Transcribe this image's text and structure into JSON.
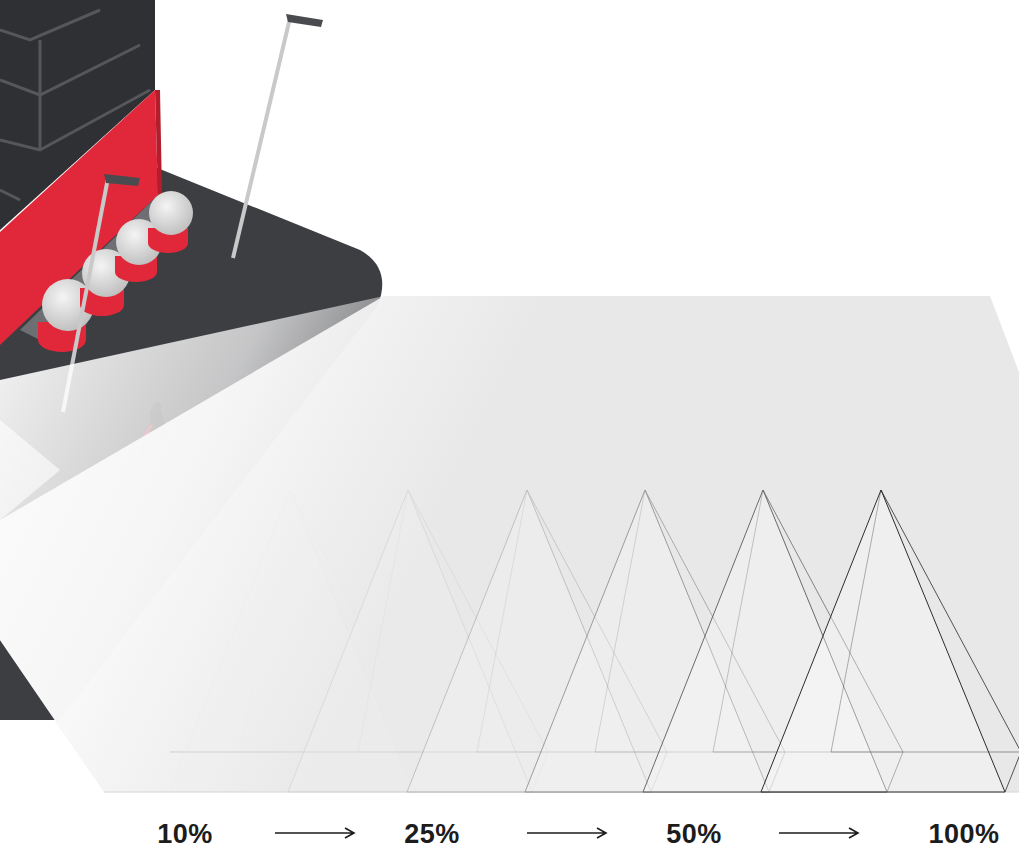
{
  "diagram": {
    "labels": [
      "10%",
      "25%",
      "50%",
      "100%"
    ]
  }
}
